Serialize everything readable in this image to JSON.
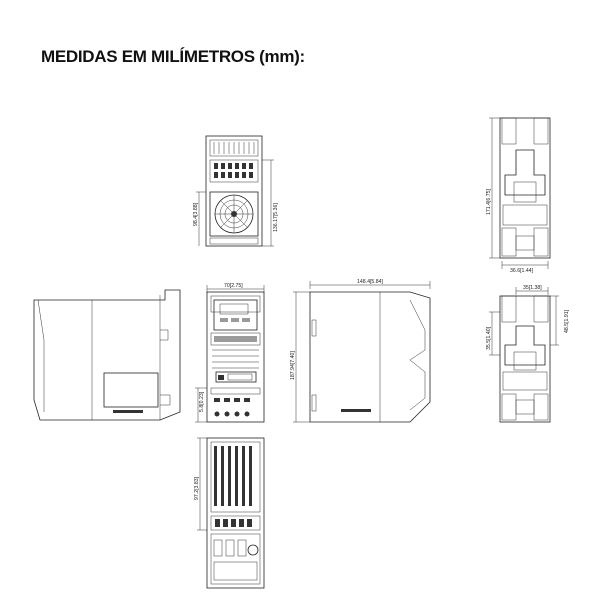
{
  "page": {
    "title": "MEDIDAS EM MILÍMETROS (mm):"
  },
  "dimensions": {
    "top_view_height_1": "98.4[3.88]",
    "top_view_height_2": "136.17[5.36]",
    "front_width": "70[2.75]",
    "front_height": "187.94[7.40]",
    "front_bottom_offset": "5.8[0.23]",
    "side_width": "148.4[5.84]",
    "rear_top_height": "171.4[6.75]",
    "rear_top_width": "36.6[1.44]",
    "rear_bottom_width": "35[1.38]",
    "rear_bottom_right_height": "48.5[1.91]",
    "rear_bottom_left_height": "35.5[1.40]",
    "bottom_view_height": "97.2[3.83]"
  },
  "colors": {
    "line": "#222222",
    "grey": "#9a9a9a"
  }
}
